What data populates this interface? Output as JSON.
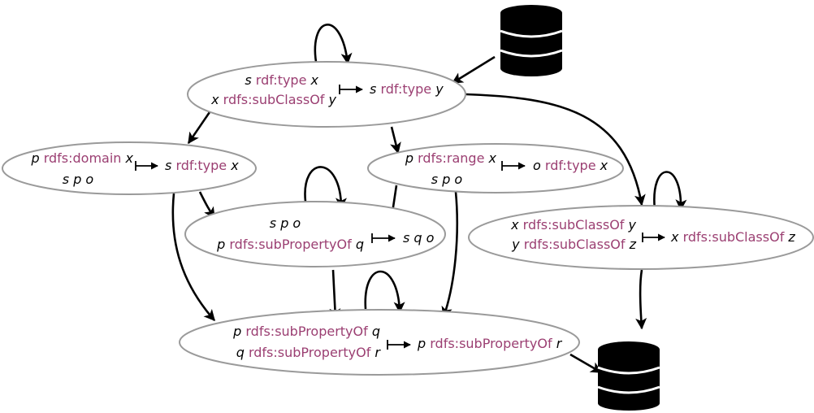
{
  "colors": {
    "keyword": "#9b3f72",
    "node_border": "#9a9a9a",
    "ink": "#000000"
  },
  "icons": {
    "input": "database-icon",
    "output": "database-icon"
  },
  "rules": {
    "type": {
      "p1": {
        "v1": "s",
        "k1": "rdf:type",
        "v2": "x"
      },
      "p2": {
        "v1": "x",
        "k1": "rdfs:subClassOf",
        "v2": "y"
      },
      "c": {
        "v1": "s",
        "k1": "rdf:type",
        "v2": "y"
      }
    },
    "domain": {
      "p1": {
        "v1": "p",
        "k1": "rdfs:domain",
        "v2": "x"
      },
      "p2": {
        "v1": "s p o"
      },
      "c": {
        "v1": "s",
        "k1": "rdf:type",
        "v2": "x"
      }
    },
    "range": {
      "p1": {
        "v1": "p",
        "k1": "rdfs:range",
        "v2": "x"
      },
      "p2": {
        "v1": "s p o"
      },
      "c": {
        "v1": "o",
        "k1": "rdf:type",
        "v2": "x"
      }
    },
    "subprop_inherit": {
      "p1": {
        "v1": "s p o"
      },
      "p2": {
        "v1": "p",
        "k1": "rdfs:subPropertyOf",
        "v2": "q"
      },
      "c": {
        "v1": "s q o"
      }
    },
    "subclass_trans": {
      "p1": {
        "v1": "x",
        "k1": "rdfs:subClassOf",
        "v2": "y"
      },
      "p2": {
        "v1": "y",
        "k1": "rdfs:subClassOf",
        "v2": "z"
      },
      "c": {
        "v1": "x",
        "k1": "rdfs:subClassOf",
        "v2": "z"
      }
    },
    "subprop_trans": {
      "p1": {
        "v1": "p",
        "k1": "rdfs:subPropertyOf",
        "v2": "q"
      },
      "p2": {
        "v1": "q",
        "k1": "rdfs:subPropertyOf",
        "v2": "r"
      },
      "c": {
        "v1": "p",
        "k1": "rdfs:subPropertyOf",
        "v2": "r"
      }
    }
  }
}
